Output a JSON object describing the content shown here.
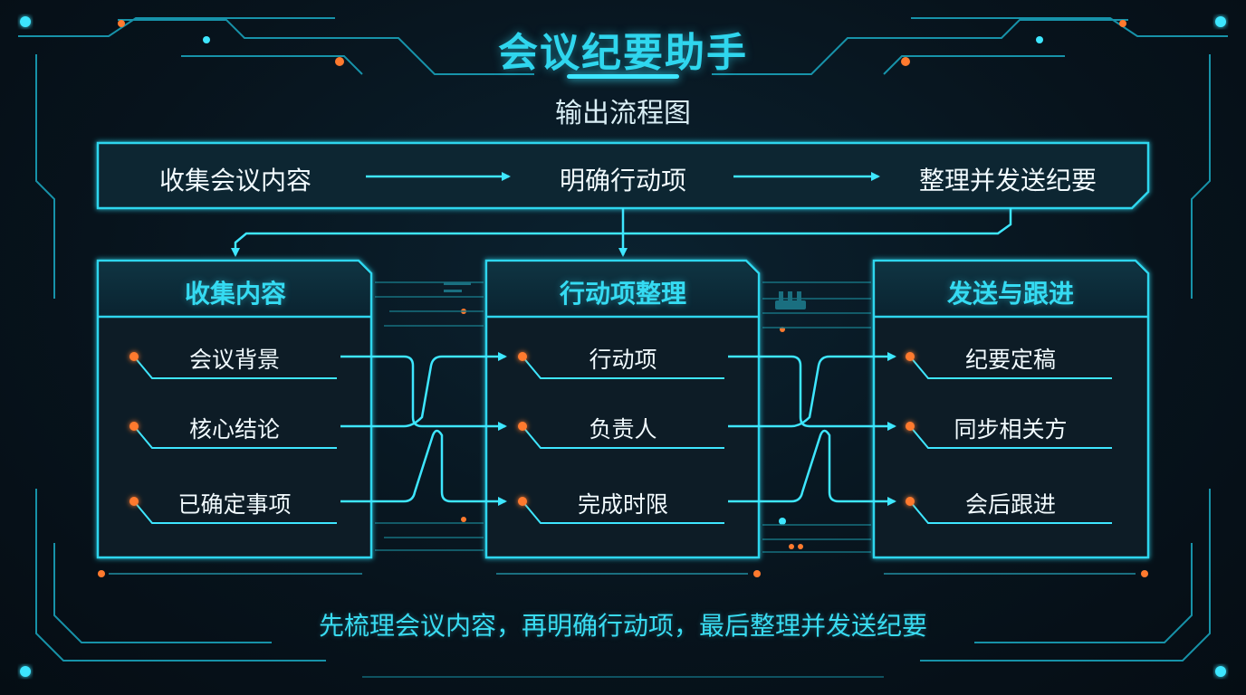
{
  "header": {
    "title": "会议纪要助手",
    "subtitle": "输出流程图"
  },
  "flow": {
    "steps": [
      "收集会议内容",
      "明确行动项",
      "整理并发送纪要"
    ]
  },
  "panels": [
    {
      "title": "收集内容",
      "items": [
        "会议背景",
        "核心结论",
        "已确定事项"
      ]
    },
    {
      "title": "行动项整理",
      "items": [
        "行动项",
        "负责人",
        "完成时限"
      ]
    },
    {
      "title": "发送与跟进",
      "items": [
        "纪要定稿",
        "同步相关方",
        "会后跟进"
      ]
    }
  ],
  "footer": {
    "summary": "先梳理会议内容，再明确行动项，最后整理并发送纪要"
  },
  "colors": {
    "accent": "#2fd6ee",
    "line": "#22c4de",
    "dot": "#ff7a2e",
    "background": "#07131c"
  }
}
